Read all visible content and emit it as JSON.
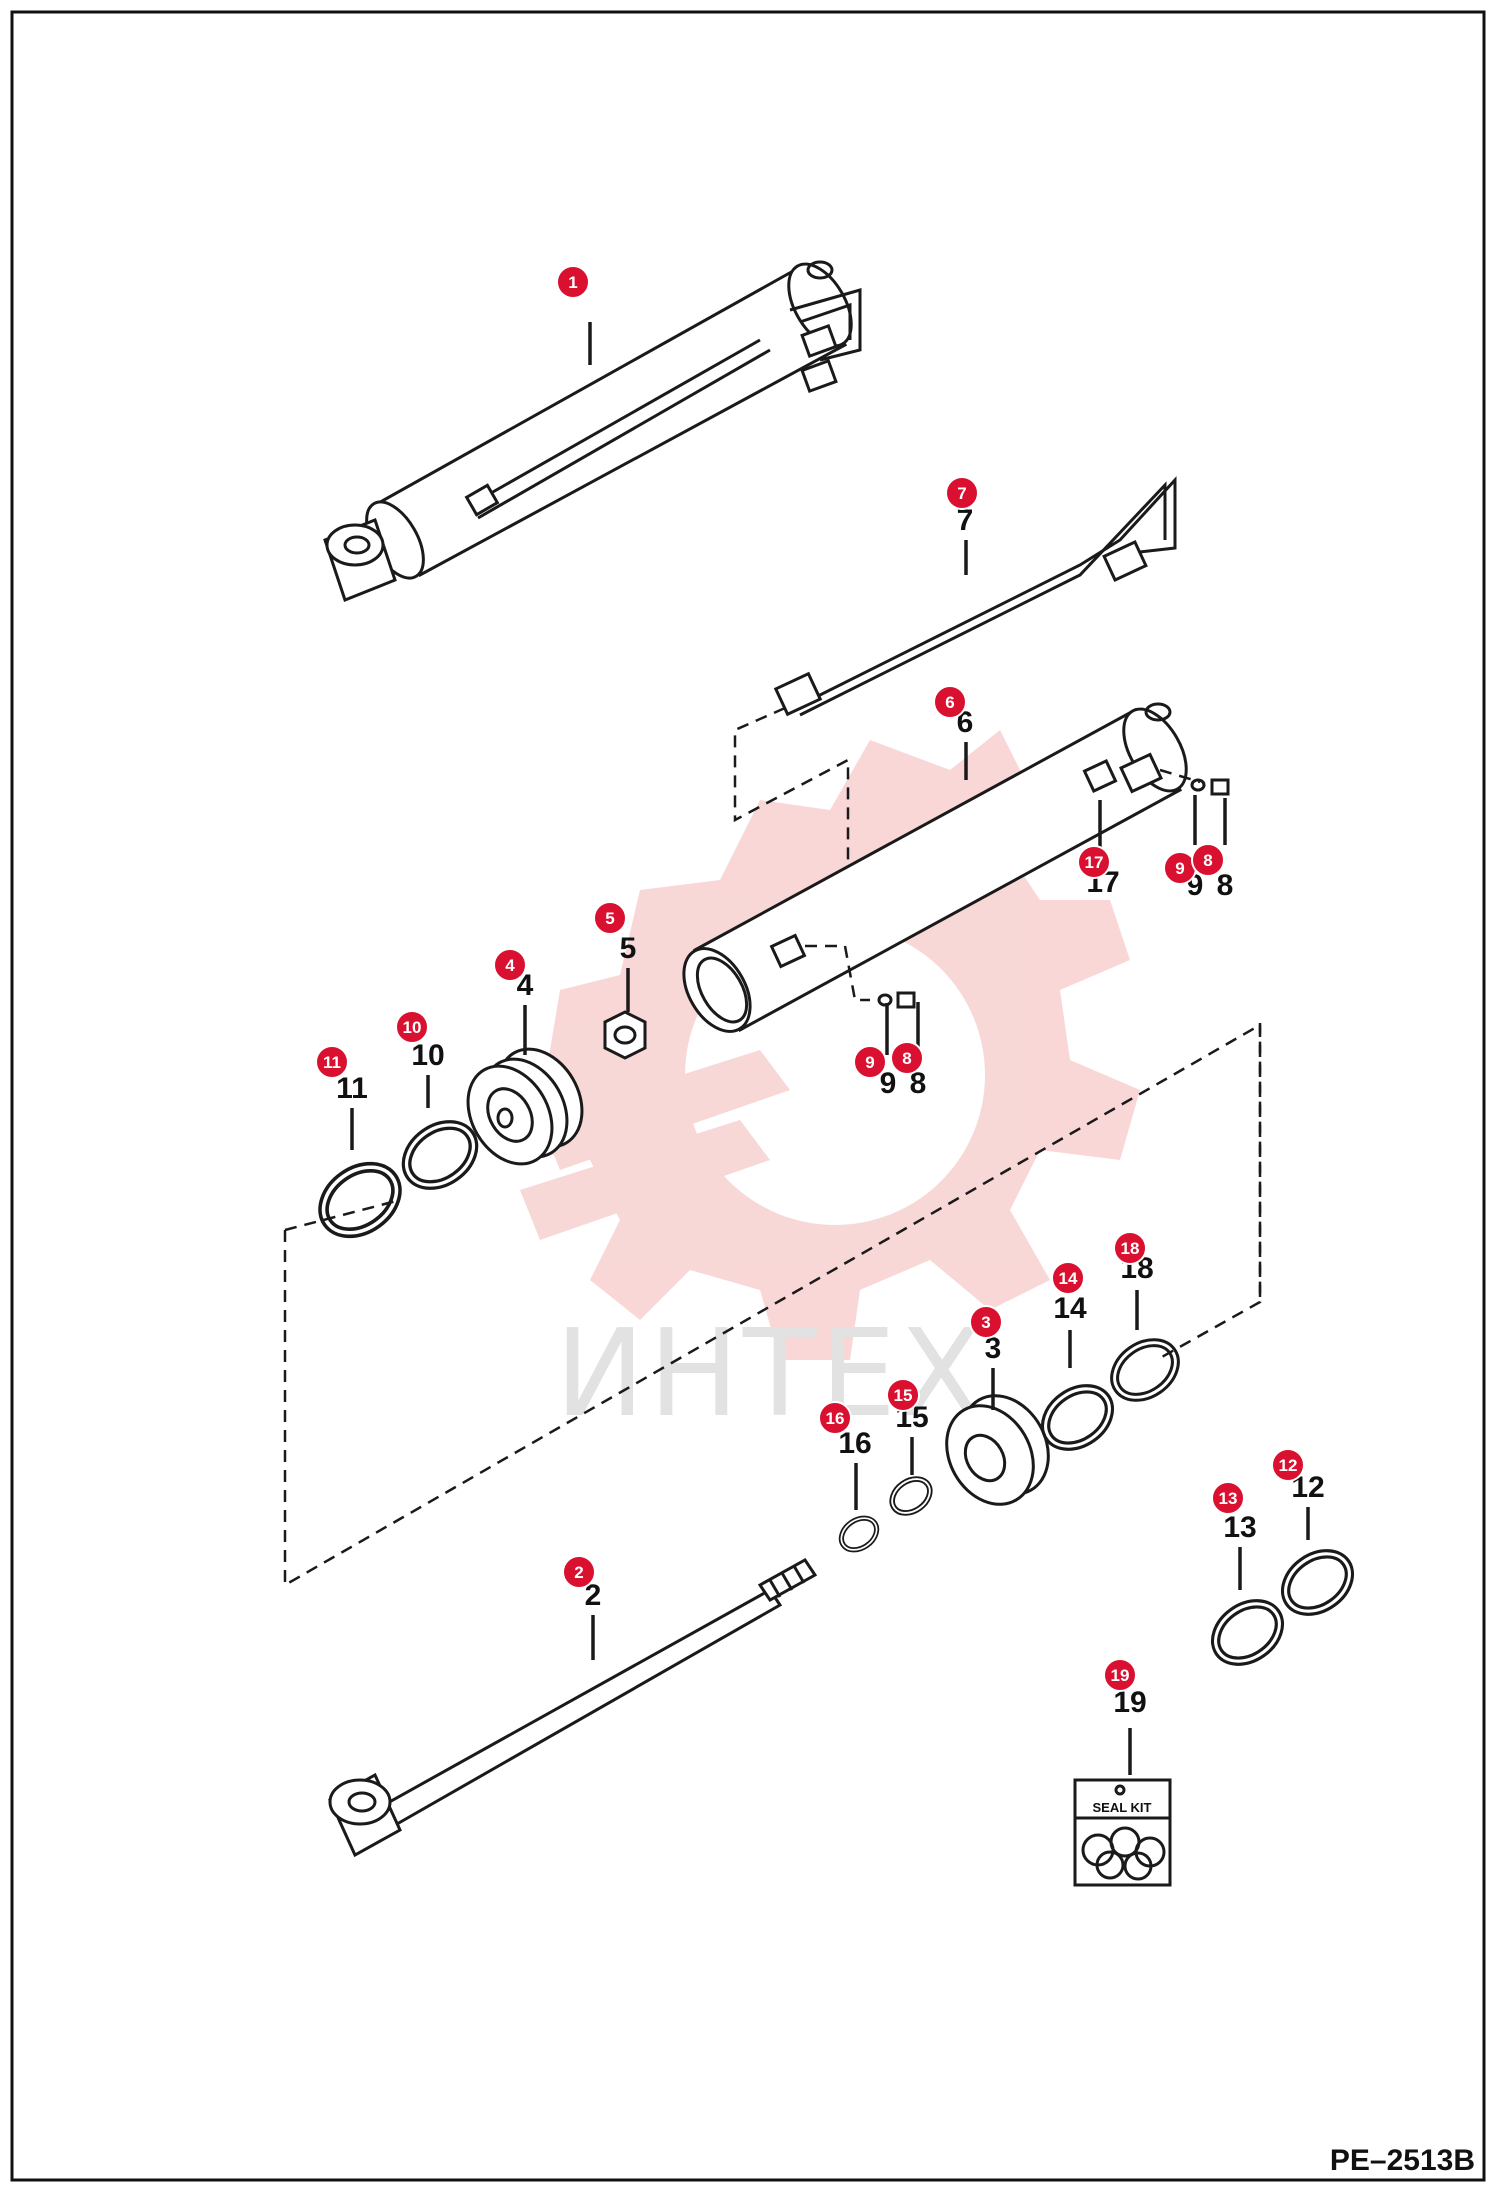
{
  "diagram": {
    "code": "PE–2513B",
    "watermark": "ИНТЕХ",
    "brand_color": "#d9102f",
    "watermark_color": "#f4c4c4",
    "seal_kit_label": "SEAL KIT"
  },
  "callouts": [
    {
      "id": "c1",
      "badge": "1",
      "label": "",
      "part": "cylinder-assembly"
    },
    {
      "id": "c7",
      "badge": "7",
      "label": "7",
      "part": "tube-line"
    },
    {
      "id": "c6",
      "badge": "6",
      "label": "6",
      "part": "barrel"
    },
    {
      "id": "c17",
      "badge": "17",
      "label": "17",
      "part": "fitting"
    },
    {
      "id": "c9a",
      "badge": "9",
      "label": "9",
      "part": "o-ring"
    },
    {
      "id": "c8a",
      "badge": "8",
      "label": "8",
      "part": "plug"
    },
    {
      "id": "c5",
      "badge": "5",
      "label": "5",
      "part": "lock-nut"
    },
    {
      "id": "c4",
      "badge": "4",
      "label": "4",
      "part": "piston"
    },
    {
      "id": "c10",
      "badge": "10",
      "label": "10",
      "part": "seal-ring"
    },
    {
      "id": "c11",
      "badge": "11",
      "label": "11",
      "part": "seal-ring"
    },
    {
      "id": "c9b",
      "badge": "9",
      "label": "9",
      "part": "o-ring"
    },
    {
      "id": "c8b",
      "badge": "8",
      "label": "8",
      "part": "plug"
    },
    {
      "id": "c18",
      "badge": "18",
      "label": "18",
      "part": "o-ring"
    },
    {
      "id": "c14",
      "badge": "14",
      "label": "14",
      "part": "back-up-ring"
    },
    {
      "id": "c3",
      "badge": "3",
      "label": "3",
      "part": "head"
    },
    {
      "id": "c15",
      "badge": "15",
      "label": "15",
      "part": "rod-seal"
    },
    {
      "id": "c16",
      "badge": "16",
      "label": "16",
      "part": "wiper-seal"
    },
    {
      "id": "c12",
      "badge": "12",
      "label": "12",
      "part": "o-ring"
    },
    {
      "id": "c13",
      "badge": "13",
      "label": "13",
      "part": "back-up-ring"
    },
    {
      "id": "c2",
      "badge": "2",
      "label": "2",
      "part": "rod"
    },
    {
      "id": "c19",
      "badge": "19",
      "label": "19",
      "part": "seal-kit"
    }
  ]
}
